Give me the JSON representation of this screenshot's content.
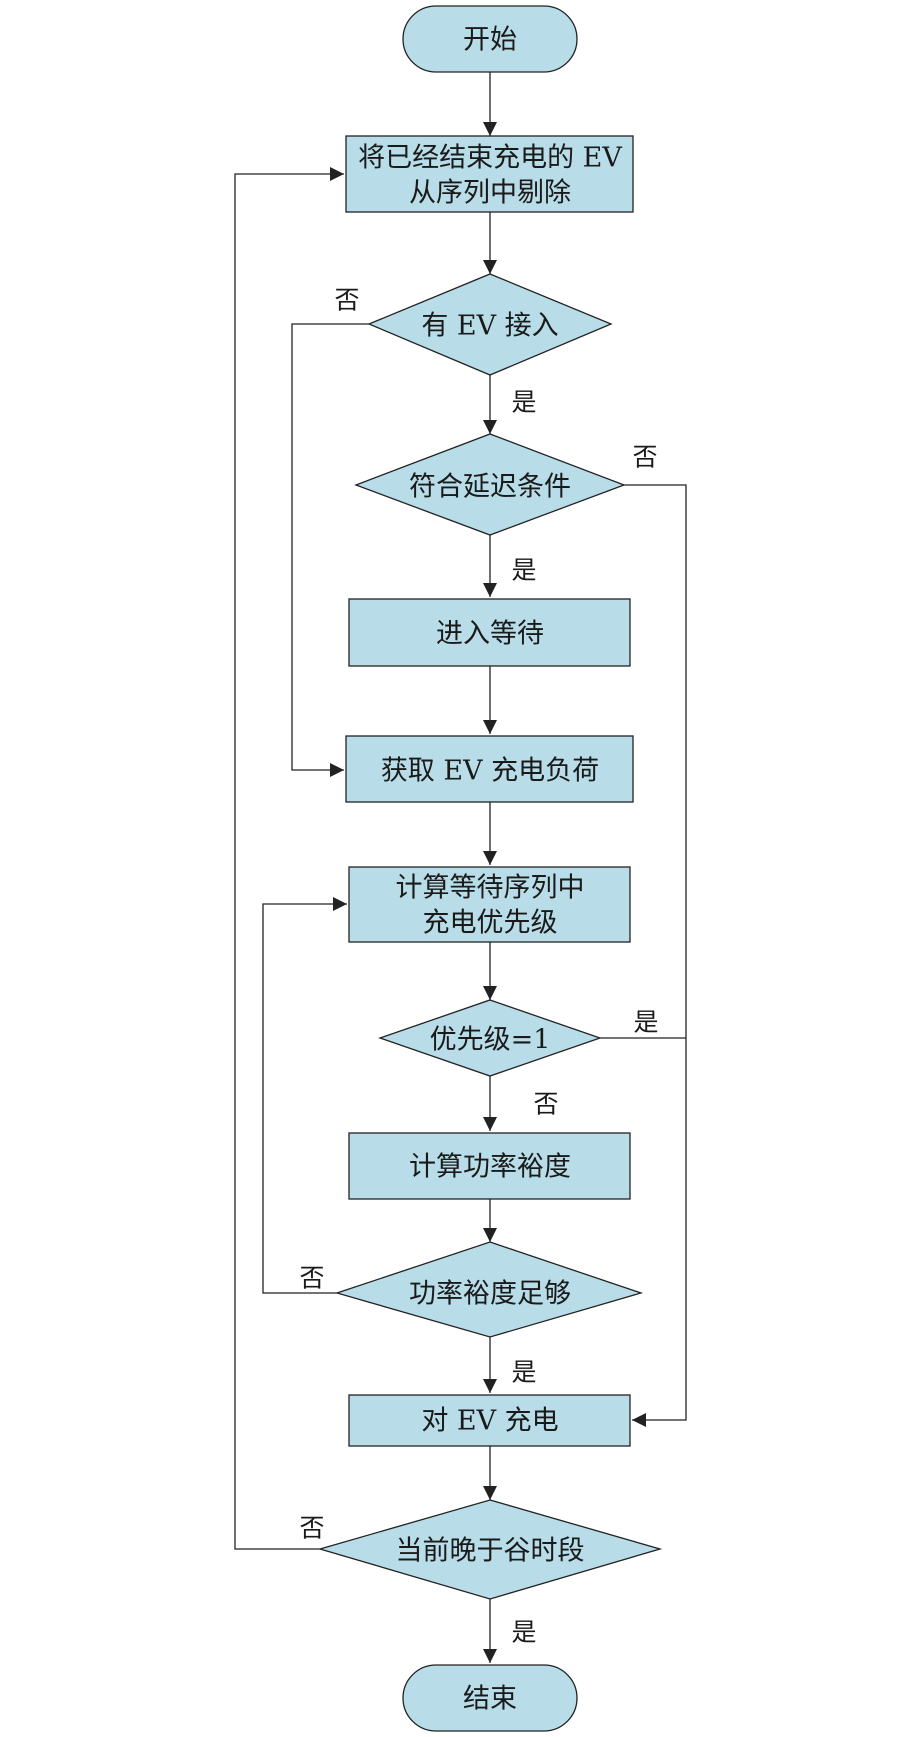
{
  "nodes": {
    "start": "开始",
    "remove_line1": "将已经结束充电的 EV",
    "remove_line2": "从序列中剔除",
    "has_ev": "有 EV 接入",
    "delay_cond": "符合延迟条件",
    "wait": "进入等待",
    "get_load": "获取 EV 充电负荷",
    "calc_line1": "计算等待序列中",
    "calc_line2": "充电优先级",
    "priority": "优先级=1",
    "calc_margin": "计算功率裕度",
    "margin_ok": "功率裕度足够",
    "charge": "对 EV 充电",
    "after_valley": "当前晚于谷时段",
    "end": "结束"
  },
  "labels": {
    "yes": "是",
    "no": "否"
  },
  "colors": {
    "node_fill": "#b8dde8",
    "line": "#222222"
  }
}
